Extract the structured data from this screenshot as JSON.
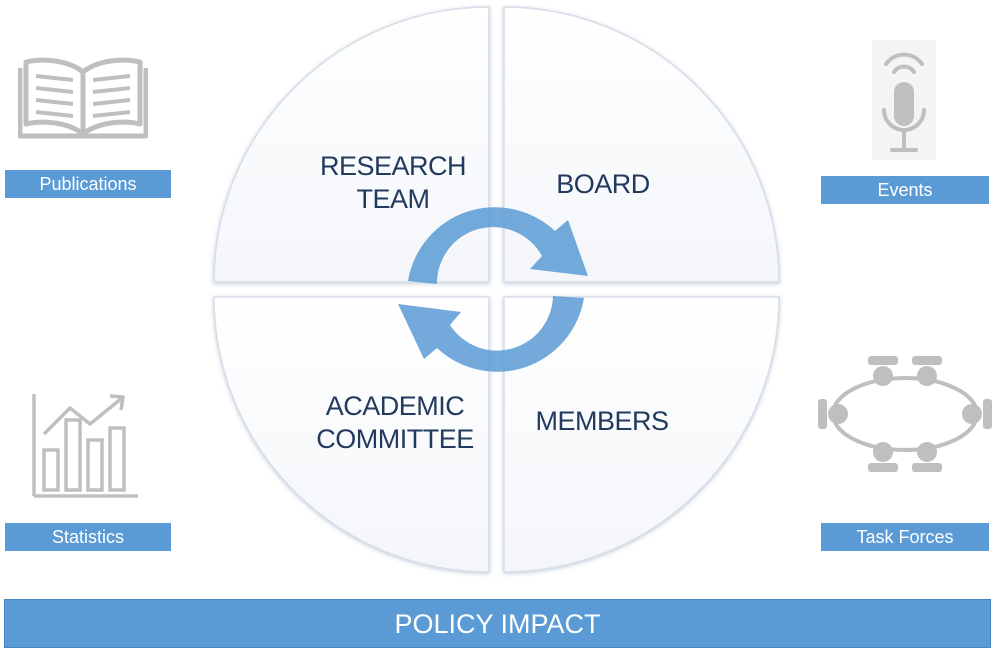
{
  "quadrants": {
    "top_left": [
      "RESEARCH",
      "TEAM"
    ],
    "top_right": "BOARD",
    "bottom_left": [
      "ACADEMIC",
      "COMMITTEE"
    ],
    "bottom_right": "MEMBERS"
  },
  "outputs": {
    "publications": "Publications",
    "events": "Events",
    "statistics": "Statistics",
    "task_forces": "Task Forces"
  },
  "footer": "POLICY IMPACT",
  "colors": {
    "accent": "#5b9bd5",
    "text_dark": "#223a5e",
    "icon_gray": "#bfbfbf"
  },
  "icons": [
    "open-book-icon",
    "microphone-icon",
    "bar-chart-icon",
    "meeting-table-icon"
  ]
}
